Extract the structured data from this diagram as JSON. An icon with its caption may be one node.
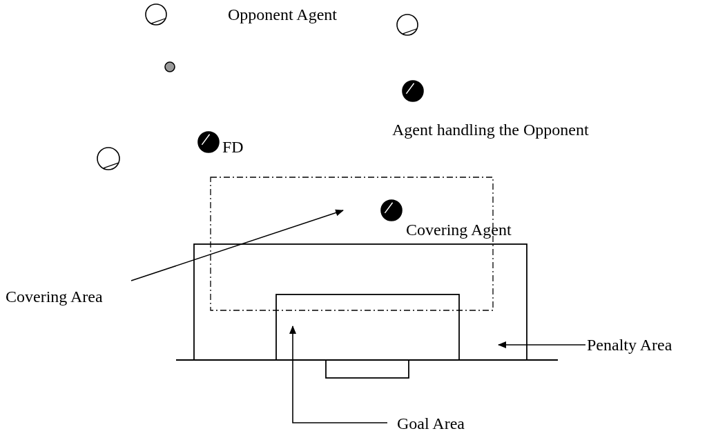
{
  "diagram": {
    "nodes": [
      {
        "text": [],
        "shape": "circle"
      },
      {
        "text": [],
        "shape": "circle"
      },
      {
        "text": [],
        "shape": "circle"
      },
      {
        "text": [],
        "shape": "circle",
        "beside": [
          "Agent handling the Opponent"
        ]
      },
      {
        "text": [],
        "shape": "circle",
        "beside": [
          "FD"
        ]
      },
      {
        "text": [],
        "shape": "circle"
      },
      {
        "text": [],
        "shape": "box"
      },
      {
        "text": [],
        "shape": "circle",
        "in": 6,
        "beside": [
          "Covering Agent"
        ]
      },
      {
        "text": [
          "Covering Area"
        ]
      },
      {
        "text": [],
        "shape": "box"
      },
      {
        "text": [],
        "shape": "box",
        "in": 9
      },
      {
        "text": [
          "Penalty Area"
        ]
      },
      {
        "text": [],
        "shape": "box"
      },
      {
        "text": [
          "Goal Area"
        ]
      }
    ],
    "edges": [
      {
        "from": 8,
        "to": 6,
        "arrow": "to"
      },
      {
        "from": 11,
        "to": 9,
        "arrow": "to"
      },
      {
        "from": 13,
        "to": 10,
        "arrow": "to"
      }
    ],
    "labels": [
      "Opponent Agent"
    ]
  }
}
